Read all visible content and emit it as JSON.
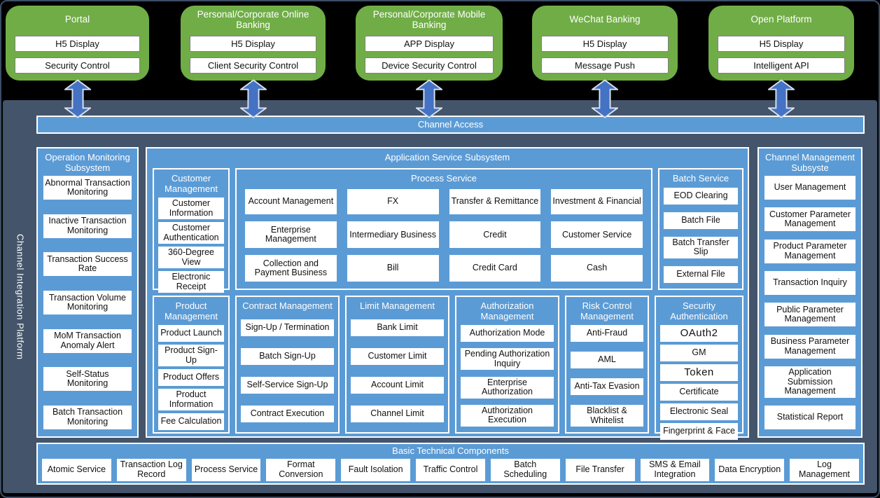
{
  "colors": {
    "green": "#70AD47",
    "panel_blue": "#5B9BD5",
    "slate": "#44546A",
    "arrow_fill": "#4472C4",
    "arrow_outline": "#DCE3EC"
  },
  "top_channels": [
    {
      "title": "Portal",
      "items": [
        "H5  Display",
        "Security Control"
      ]
    },
    {
      "title": "Personal/Corporate Online Banking",
      "items": [
        "H5  Display",
        "Client Security Control"
      ]
    },
    {
      "title": "Personal/Corporate Mobile Banking",
      "items": [
        "APP  Display",
        "Device Security Control"
      ]
    },
    {
      "title": "WeChat Banking",
      "items": [
        "H5  Display",
        "Message Push"
      ]
    },
    {
      "title": "Open Platform",
      "items": [
        "H5  Display",
        "Intelligent API"
      ]
    }
  ],
  "channel_access_label": "Channel Access",
  "platform_label": "Channel Integration Platform",
  "operation_monitoring": {
    "title": "Operation Monitoring Subsystem",
    "items": [
      "Abnormal Transaction Monitoring",
      "Inactive Transaction Monitoring",
      "Transaction Success Rate",
      "Transaction Volume Monitoring",
      "MoM Transaction Anomaly Alert",
      "Self-Status Monitoring",
      "Batch Transaction Monitoring"
    ]
  },
  "application_service": {
    "title": "Application Service Subsystem",
    "customer_management": {
      "title": "Customer Management",
      "items": [
        "Customer Information",
        "Customer Authentication",
        "360-Degree View",
        "Electronic Receipt"
      ]
    },
    "process_service": {
      "title": "Process Service",
      "grid": [
        [
          "Account Management",
          "FX",
          "Transfer  & Remittance",
          "Investment & Financial"
        ],
        [
          "Enterprise Management",
          "Intermediary Business",
          "Credit",
          "Customer Service"
        ],
        [
          "Collection and Payment Business",
          "Bill",
          "Credit Card",
          "Cash"
        ]
      ]
    },
    "batch_service": {
      "title": "Batch Service",
      "items": [
        "EOD Clearing",
        "Batch File",
        "Batch Transfer Slip",
        "External File"
      ]
    },
    "product_management": {
      "title": "Product Management",
      "items": [
        "Product Launch",
        "Product Sign-Up",
        "Product Offers",
        "Product Information",
        "Fee Calculation"
      ]
    },
    "contract_management": {
      "title": "Contract Management",
      "items": [
        "Sign-Up / Termination",
        "Batch Sign-Up",
        "Self-Service Sign-Up",
        "Contract Execution"
      ]
    },
    "limit_management": {
      "title": "Limit Management",
      "items": [
        "Bank Limit",
        "Customer Limit",
        "Account Limit",
        "Channel Limit"
      ]
    },
    "authorization_management": {
      "title": "Authorization Management",
      "items": [
        "Authorization Mode",
        "Pending Authorization Inquiry",
        "Enterprise Authorization",
        "Authorization Execution"
      ]
    },
    "risk_control_management": {
      "title": "Risk Control Management",
      "items": [
        "Anti-Fraud",
        "AML",
        "Anti-Tax Evasion",
        "Blacklist & Whitelist"
      ]
    },
    "security_authentication": {
      "title": "Security Authentication",
      "items": [
        "OAuth2",
        "GM",
        "Token",
        "Certificate",
        "Electronic Seal",
        "Fingerprint & Face"
      ]
    }
  },
  "channel_management": {
    "title": "Channel Management Subsyste",
    "items": [
      "User Management",
      "Customer Parameter Management",
      "Product Parameter Management",
      "Transaction Inquiry",
      "Public Parameter Management",
      "Business Parameter Management",
      "Application Submission Management",
      "Statistical Report"
    ]
  },
  "basic_components": {
    "title": "Basic Technical Components",
    "items": [
      "Atomic Service",
      "Transaction Log Record",
      "Process Service",
      "Format Conversion",
      "Fault Isolation",
      "Traffic Control",
      "Batch Scheduling",
      "File Transfer",
      "SMS & Email Integration",
      "Data Encryption",
      "Log Management"
    ]
  }
}
